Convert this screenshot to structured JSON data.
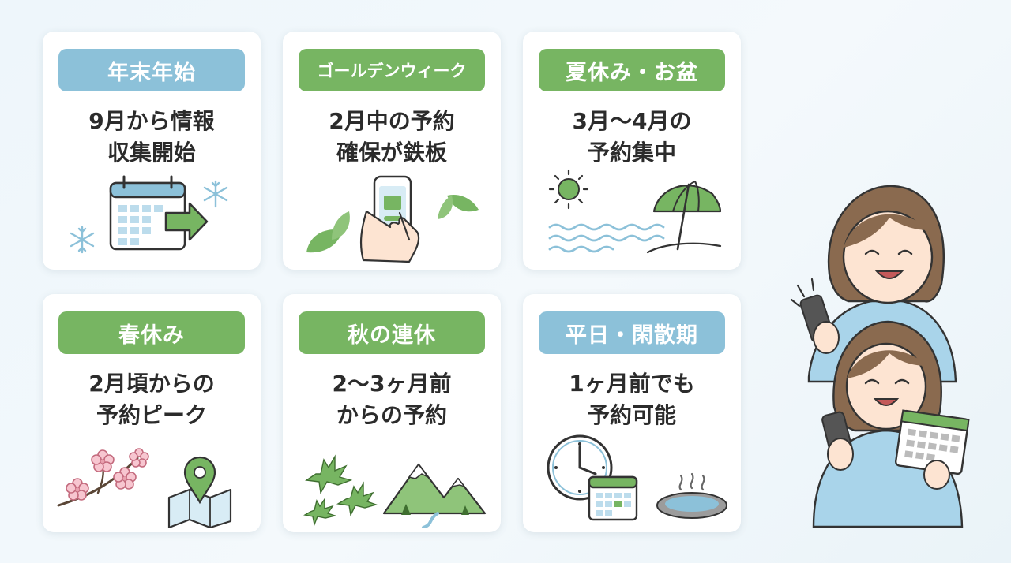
{
  "cards": [
    {
      "label": "年末年始",
      "line1": "9月から情報",
      "line2": "収集開始"
    },
    {
      "label": "ゴールデンウィーク",
      "line1": "2月中の予約",
      "line2": "確保が鉄板"
    },
    {
      "label": "夏休み・お盆",
      "line1": "3月〜4月の",
      "line2": "予約集中"
    },
    {
      "label": "春休み",
      "line1": "2月頃からの",
      "line2": "予約ピーク"
    },
    {
      "label": "秋の連休",
      "line1": "2〜3ヶ月前",
      "line2": "からの予約"
    },
    {
      "label": "平日・閑散期",
      "line1": "1ヶ月前でも",
      "line2": "予約可能"
    }
  ],
  "colors": {
    "blue_label": "#8cc1d9",
    "green_label": "#77b562",
    "ink": "#2b2b2b"
  },
  "icons": {
    "card1": [
      "calendar-arrow-icon",
      "snowflake-icon"
    ],
    "card2": [
      "smartphone-hand-icon",
      "leaf-icon"
    ],
    "card3": [
      "sun-icon",
      "waves-icon",
      "beach-umbrella-icon"
    ],
    "card4": [
      "cherry-blossom-icon",
      "map-pin-icon"
    ],
    "card5": [
      "maple-leaf-icon",
      "mountain-icon"
    ],
    "card6": [
      "clock-icon",
      "calendar-icon",
      "hot-spring-icon"
    ],
    "people": [
      "woman-with-phone-icon",
      "woman-with-calendar-icon"
    ]
  }
}
